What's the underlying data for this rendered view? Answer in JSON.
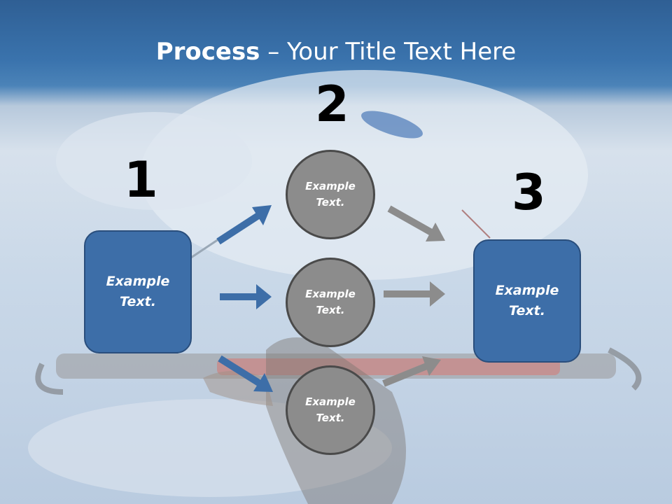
{
  "title": {
    "bold": "Process",
    "rest": " – Your Title Text Here"
  },
  "steps": {
    "step1_number": "1",
    "step2_number": "2",
    "step3_number": "3"
  },
  "boxes": {
    "left_text": "Example\nText.",
    "right_text": "Example\nText."
  },
  "circles": [
    {
      "text": "Example\nText."
    },
    {
      "text": "Example\nText."
    },
    {
      "text": "Example\nText."
    }
  ],
  "colors": {
    "box_fill": "#3d6ea8",
    "circle_fill": "#8c8c8c",
    "blue_arrow": "#3d6ea8",
    "gray_arrow": "#8c8c8c"
  }
}
